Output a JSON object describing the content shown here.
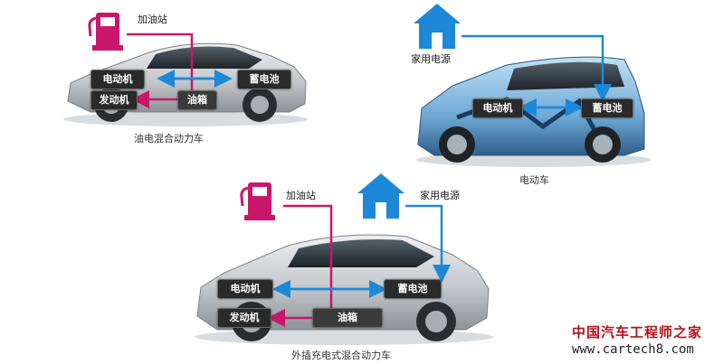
{
  "hybrid": {
    "station_label": "加油站",
    "motor": "电动机",
    "battery": "蓄电池",
    "engine": "发动机",
    "tank": "油箱",
    "caption": "油电混合动力车"
  },
  "ev": {
    "house_label": "家用电源",
    "motor": "电动机",
    "battery": "蓄电池",
    "caption": "电动车"
  },
  "phev": {
    "station_label": "加油站",
    "house_label": "家用电源",
    "motor": "电动机",
    "battery": "蓄电池",
    "engine": "发动机",
    "tank": "油箱",
    "caption": "外插充电式混合动力车"
  },
  "watermark": {
    "site_name": "中国汽车工程师之家",
    "url": "www.cartech8.com"
  },
  "colors": {
    "fuel": "#c8176b",
    "electric": "#1e88d8",
    "car_body": "#c9ccd0",
    "ev_body": "#6fa9d6"
  }
}
